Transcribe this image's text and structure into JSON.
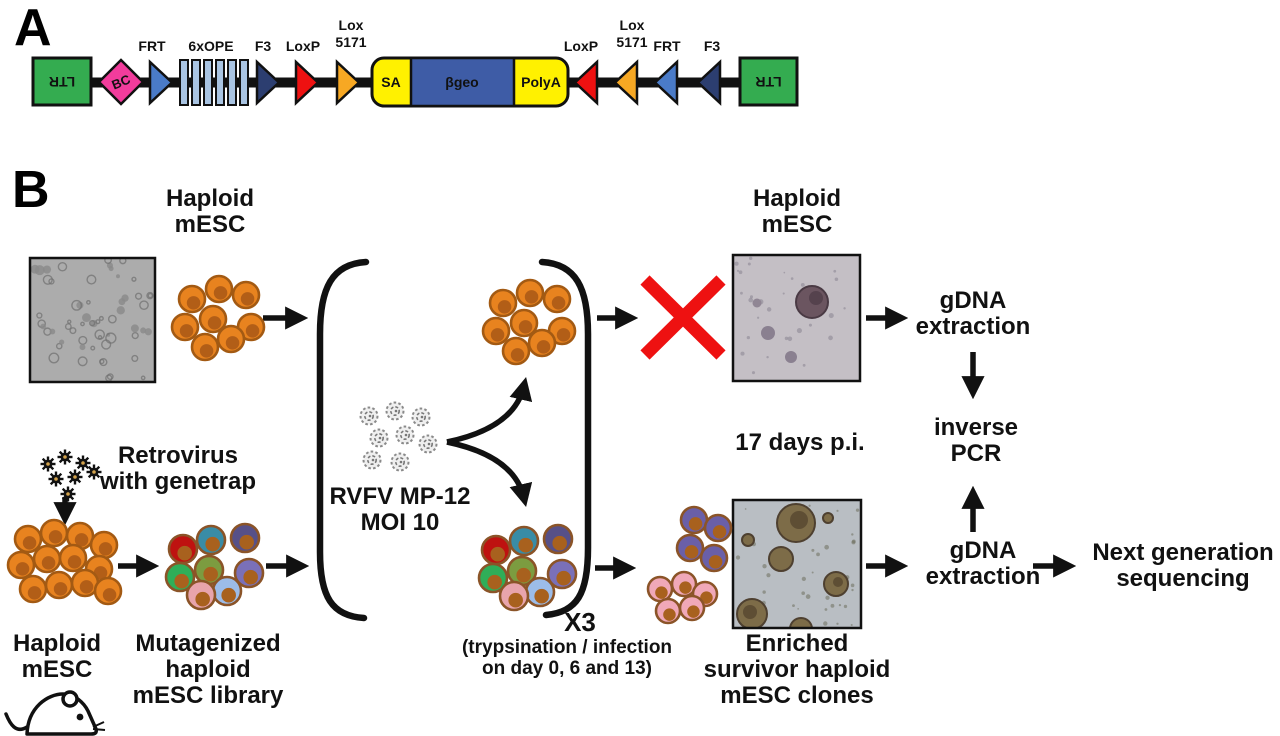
{
  "panel_a": {
    "label": "A",
    "construct": {
      "ltr_left": "LTR",
      "barcode": "BC",
      "frt_label": "FRT",
      "ope_label": "6xOPE",
      "f3_label": "F3",
      "loxp_label": "LoxP",
      "lox5171_line1": "Lox",
      "lox5171_line2": "5171",
      "sa": "SA",
      "bgeo": "βgeo",
      "polya": "PolyA",
      "loxp_label_right": "LoxP",
      "lox5171_right_line1": "Lox",
      "lox5171_right_line2": "5171",
      "frt_label_right": "FRT",
      "f3_label_right": "F3",
      "ltr_right": "LTR"
    },
    "colors": {
      "ltr_green": "#34AC50",
      "bc_pink": "#F23C9C",
      "frt_blue": "#4A7BC8",
      "ope_lightblue": "#A9C4E2",
      "f3_navy": "#2C3E70",
      "loxp_red": "#EE1111",
      "lox5171_orange": "#F7A823",
      "cassette_yellow": "#FFF100",
      "bgeo_blue": "#3E5CA6"
    }
  },
  "panel_b": {
    "label": "B",
    "haploid_top": {
      "line1": "Haploid",
      "line2": "mESC"
    },
    "haploid_right": {
      "line1": "Haploid",
      "line2": "mESC"
    },
    "retrovirus": {
      "line1": "Retrovirus",
      "line2": "with genetrap"
    },
    "haploid_bottom": {
      "line1": "Haploid",
      "line2": "mESC"
    },
    "mutagenized": {
      "line1": "Mutagenized",
      "line2": "haploid",
      "line3": "mESC library"
    },
    "rvfv": {
      "line1": "RVFV MP-12",
      "line2": "MOI 10"
    },
    "x3": "X3",
    "trypsination": {
      "line1": "(trypsination / infection",
      "line2": "on day 0, 6 and 13)"
    },
    "days_pi": "17 days p.i.",
    "enriched": {
      "line1": "Enriched",
      "line2": "survivor haploid",
      "line3": "mESC clones"
    },
    "gdna_top": {
      "line1": "gDNA",
      "line2": "extraction"
    },
    "inverse_pcr": {
      "line1": "inverse",
      "line2": "PCR"
    },
    "gdna_bottom": {
      "line1": "gDNA",
      "line2": "extraction"
    },
    "ngs": {
      "line1": "Next generation",
      "line2": "sequencing"
    },
    "colors": {
      "cell_orange": "#E8831F",
      "cell_ring": "#A35A13",
      "cell_nucleus": "#B25E17",
      "mut_ring": "#8B5428",
      "mut_nucleus": "#A8611E",
      "cell_red": "#BE1210",
      "cell_teal": "#398CA6",
      "cell_indigo": "#575088",
      "cell_green": "#2FAE58",
      "cell_olive": "#7C9C40",
      "cell_purple": "#7A70B8",
      "cell_lightblue": "#9CBCE8",
      "cell_pink": "#E8A4AC",
      "survivor_purple": "#6A5FA8",
      "survivor_pink": "#F0A8B8",
      "cross_red": "#EE1111",
      "virus_gray": "#8A8A8A"
    }
  }
}
